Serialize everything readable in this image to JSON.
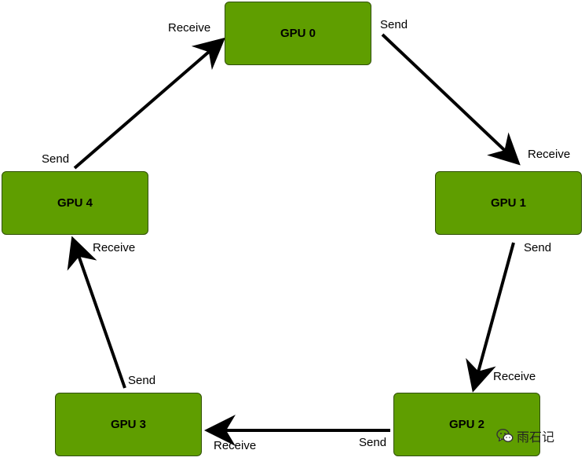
{
  "nodes": {
    "gpu0": "GPU 0",
    "gpu1": "GPU 1",
    "gpu2": "GPU 2",
    "gpu3": "GPU 3",
    "gpu4": "GPU 4"
  },
  "labels": {
    "gpu0_receive": "Receive",
    "gpu0_send": "Send",
    "gpu1_receive": "Receive",
    "gpu1_send": "Send",
    "gpu2_receive": "Receive",
    "gpu2_send": "Send",
    "gpu3_receive": "Receive",
    "gpu3_send": "Send",
    "gpu4_receive": "Receive",
    "gpu4_send": "Send"
  },
  "edges": [
    {
      "from": "GPU 0",
      "to": "GPU 1"
    },
    {
      "from": "GPU 1",
      "to": "GPU 2"
    },
    {
      "from": "GPU 2",
      "to": "GPU 3"
    },
    {
      "from": "GPU 3",
      "to": "GPU 4"
    },
    {
      "from": "GPU 4",
      "to": "GPU 0"
    }
  ],
  "watermark": {
    "text": "雨石记",
    "icon": "wechat-icon"
  },
  "colors": {
    "node_fill": "#5f9e00",
    "node_border": "#2f4f00",
    "arrow": "#000000"
  }
}
